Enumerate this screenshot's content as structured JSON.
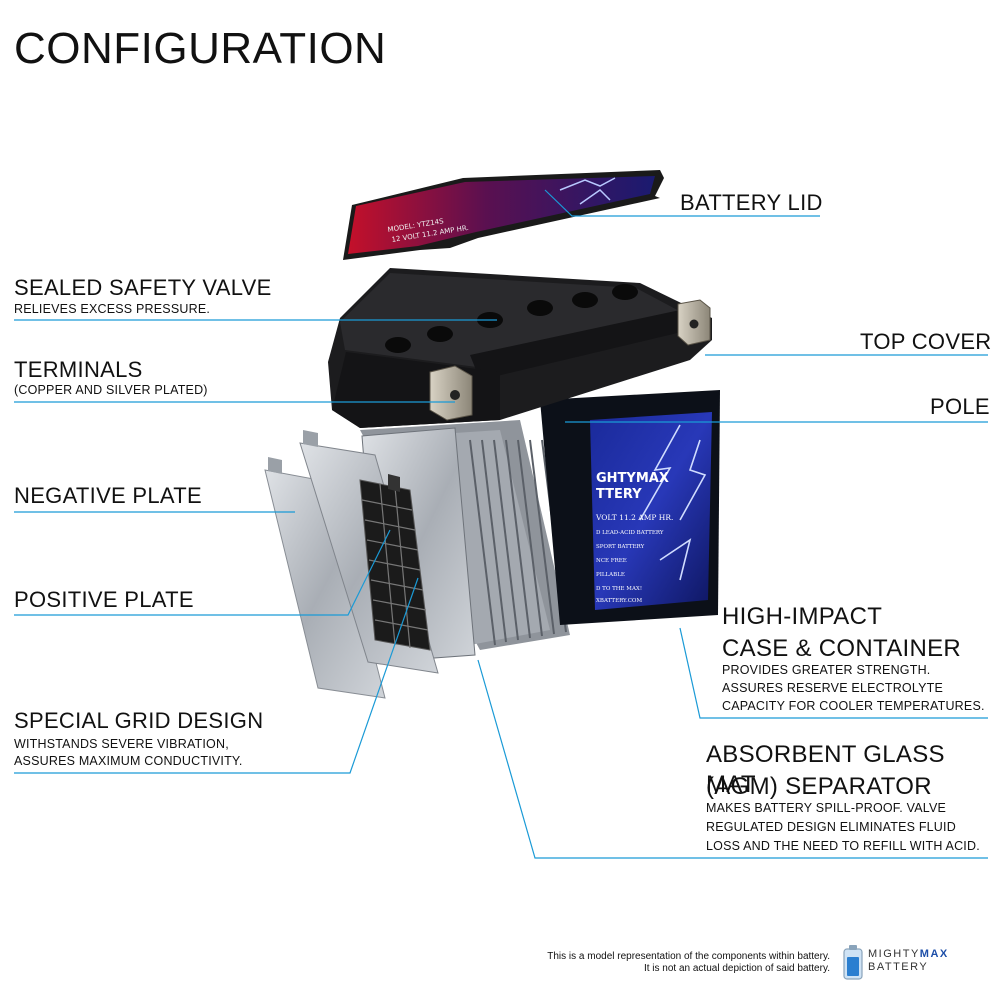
{
  "title": "CONFIGURATION",
  "labels": {
    "battery_lid": "BATTERY LID",
    "sealed_valve": "SEALED SAFETY VALVE",
    "sealed_valve_sub": "RELIEVES EXCESS PRESSURE.",
    "top_cover": "TOP COVER",
    "terminals": "TERMINALS",
    "terminals_sub": "(COPPER AND SILVER PLATED)",
    "pole": "POLE",
    "negative_plate": "NEGATIVE PLATE",
    "positive_plate": "POSITIVE PLATE",
    "grid_design": "SPECIAL GRID DESIGN",
    "grid_sub_1": "WITHSTANDS SEVERE VIBRATION,",
    "grid_sub_2": "ASSURES MAXIMUM CONDUCTIVITY.",
    "case_1": "HIGH-IMPACT",
    "case_2": "CASE & CONTAINER",
    "case_sub_1": "PROVIDES GREATER STRENGTH.",
    "case_sub_2": "ASSURES RESERVE ELECTROLYTE",
    "case_sub_3": "CAPACITY FOR COOLER TEMPERATURES.",
    "agm_1": "ABSORBENT GLASS MAT",
    "agm_2": "(AGM) SEPARATOR",
    "agm_sub_1": "MAKES BATTERY SPILL-PROOF. VALVE",
    "agm_sub_2": "REGULATED DESIGN ELIMINATES FLUID",
    "agm_sub_3": "LOSS AND THE NEED TO REFILL WITH ACID."
  },
  "lid_text": {
    "model": "MODEL: YTZ14S",
    "spec": "12 VOLT 11.2 AMP HR."
  },
  "case_text": {
    "brand": "GHTYMAX",
    "brand2": "TTERY",
    "spec": "VOLT 11.2 AMP HR.",
    "line1": "D LEAD-ACID BATTERY",
    "line2": "SPORT BATTERY",
    "line3": "NCE FREE",
    "line4": "PILLABLE",
    "line5": "D TO THE MAX!",
    "line6": "XBATTERY.COM"
  },
  "disclaimer_1": "This is a model representation of the components within battery.",
  "disclaimer_2": "It is not an actual depiction of said battery.",
  "logo": {
    "top": "MIGHTY",
    "top_bold": "MAX",
    "bottom": "BATTERY"
  },
  "colors": {
    "leader": "#1a9ad6",
    "case": "#101830",
    "lid": "#b0102a",
    "plate": "#b8bcc2"
  }
}
